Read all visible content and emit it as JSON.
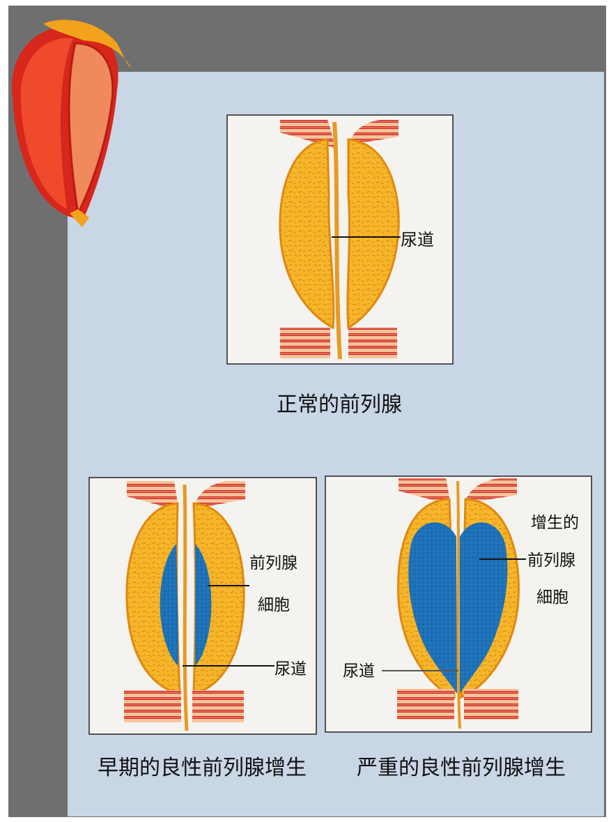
{
  "panels": {
    "normal": {
      "caption": "正常的前列腺",
      "urethra_label": "尿道"
    },
    "early": {
      "caption": "早期的良性前列腺增生",
      "cell_label_line1": "前列腺",
      "cell_label_line2": "細胞",
      "urethra_label": "尿道"
    },
    "severe": {
      "caption": "严重的良性前列腺增生",
      "cell_label_line1": "增生的",
      "cell_label_line2": "前列腺",
      "cell_label_line3": "細胞",
      "urethra_label": "尿道"
    }
  },
  "colors": {
    "background_gray": "#6f6f6f",
    "board_blue": "#c9d6e6",
    "tissue_yellow": "#f6b62c",
    "tissue_outline": "#e38a10",
    "muscle_red": "#d8241c",
    "cells_blue": "#1c6fb4",
    "panel_bg": "#f4f3ef"
  },
  "icons": [
    "prostate-icon"
  ]
}
